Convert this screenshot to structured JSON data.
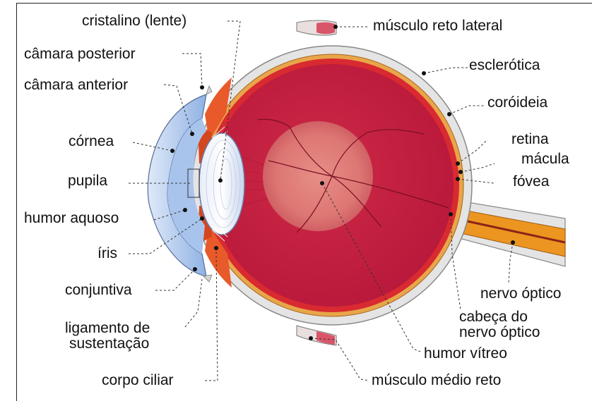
{
  "labels": {
    "cristalino": "cristalino (lente)",
    "camara_posterior": "câmara posterior",
    "camara_anterior": "câmara anterior",
    "cornea": "córnea",
    "pupila": "pupila",
    "humor_aquoso": "humor aquoso",
    "iris": "íris",
    "conjuntiva": "conjuntiva",
    "ligamento_1": "ligamento de",
    "ligamento_2": "sustentação",
    "corpo_ciliar": "corpo ciliar",
    "musculo_reto_lateral": "músculo reto lateral",
    "esclerotica": "esclerótica",
    "coroideia": "coróideia",
    "retina": "retina",
    "macula": "mácula",
    "fovea": "fóvea",
    "nervo_optico": "nervo óptico",
    "cabeca_1": "cabeça do",
    "cabeca_2": "nervo óptico",
    "humor_vitreo": "humor vítreo",
    "musculo_medio_reto": "músculo médio reto"
  },
  "colors": {
    "sclera": "#e4e4e4",
    "choroid": "#e8a64a",
    "retina": "#d82a30",
    "vitreous": "#c81d3e",
    "macula_glow": "#e8968a",
    "optic_nerve": "#ec9520",
    "cornea": "#bcd4f2",
    "lens": "#f2f5fb",
    "muscle": "#d9566a"
  }
}
